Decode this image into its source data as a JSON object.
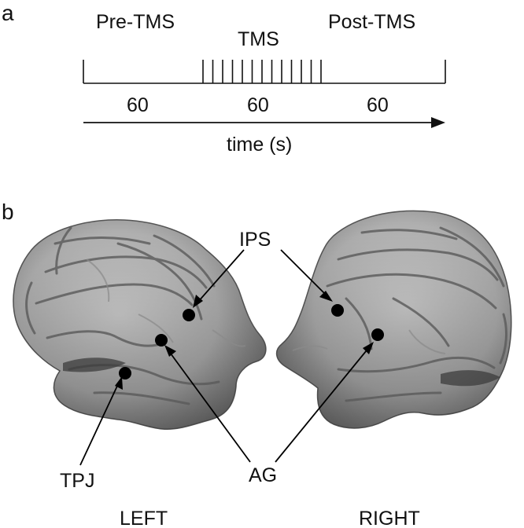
{
  "panel_a": {
    "letter": "a",
    "pre_label": "Pre-TMS",
    "tms_label": "TMS",
    "post_label": "Post-TMS",
    "durations": [
      "60",
      "60",
      "60"
    ],
    "axis_label": "time (s)",
    "pulse_count": 13
  },
  "panel_b": {
    "letter": "b",
    "labels": {
      "ips": "IPS",
      "ag": "AG",
      "tpj": "TPJ",
      "left": "LEFT",
      "right": "RIGHT"
    }
  }
}
